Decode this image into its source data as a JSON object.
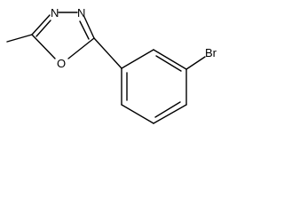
{
  "molecule": {
    "atoms": {
      "n1": "N",
      "n2": "N",
      "o": "O",
      "br": "Br"
    },
    "colors": {
      "bond": "#000000",
      "label": "#000000",
      "background": "#ffffff"
    }
  }
}
